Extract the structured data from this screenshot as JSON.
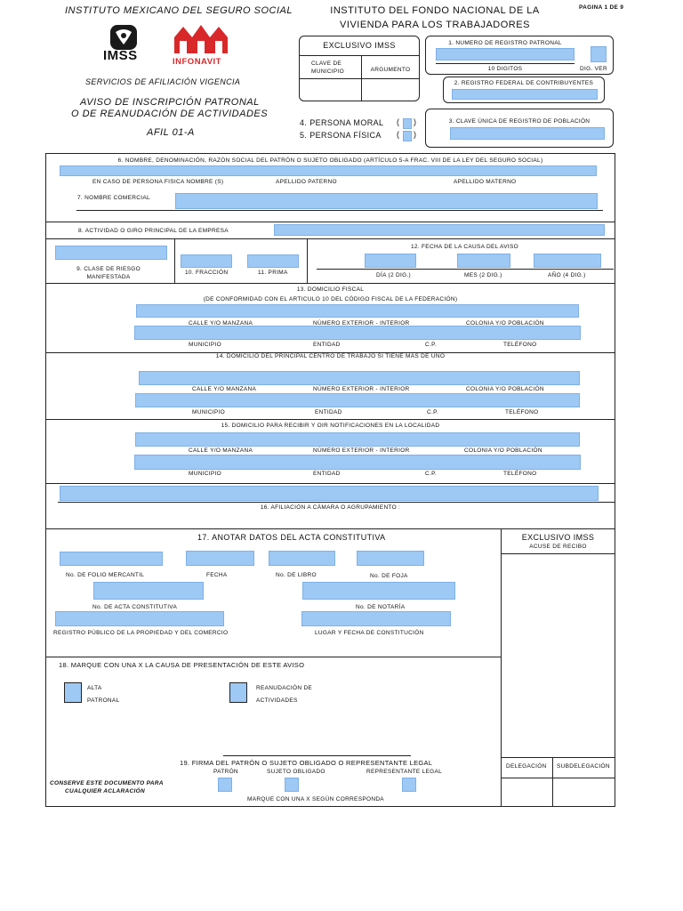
{
  "header": {
    "imss_name": "INSTITUTO MEXICANO DEL SEGURO SOCIAL",
    "infonavit_line1": "INSTITUTO DEL FONDO NACIONAL DE LA",
    "infonavit_line2": "VIVIENDA PARA LOS TRABAJADORES",
    "page": "PAGINA 1 DE 9",
    "imss_logo_text": "IMSS",
    "infonavit_logo_text": "INFONAVIT",
    "service": "SERVICIOS DE AFILIACIÓN VIGENCIA",
    "title_line1": "AVISO DE INSCRIPCIÓN PATRONAL",
    "title_line2": "O DE REANUDACIÓN DE ACTIVIDADES",
    "form_code": "AFIL 01-A"
  },
  "exclusivo": {
    "title": "EXCLUSIVO IMSS",
    "clave_municipio": "CLAVE DE MUNICIPIO",
    "argumento": "ARGUMENTO"
  },
  "persona": {
    "moral": "4. PERSONA MORAL",
    "fisica": "5. PERSONA FÍSICA"
  },
  "registro": {
    "title": "1. NUMERO DE REGISTRO PATRONAL",
    "digitos": "10 DIGITOS",
    "dig_ver": "DIG. VER"
  },
  "rfc": {
    "title": "2. REGISTRO FEDERAL DE CONTRIBUYENTES"
  },
  "curp": {
    "title": "3. CLAVE ÚNICA DE REGISTRO DE POBLACIÓN"
  },
  "s6": {
    "title": "6. NOMBRE, DENOMINACIÓN, RAZÓN SOCIAL DEL PATRÓN O SUJETO OBLIGADO",
    "note": "(ARTÍCULO 5-A FRAC. VIII DE LA LEY DEL SEGURO SOCIAL)",
    "fisica": "EN CASO DE PERSONA FISICA NOMBRE (S)",
    "paterno": "APELLIDO PATERNO",
    "materno": "APELLIDO MATERNO"
  },
  "s7": {
    "title": "7. NOMBRE COMERCIAL"
  },
  "s8": {
    "title": "8. ACTIVIDAD O GIRO PRINCIPAL DE LA EMPRESA"
  },
  "s9": {
    "label": "9. CLASE DE RIESGO MANIFESTADA"
  },
  "s10": {
    "label": "10. FRACCIÓN"
  },
  "s11": {
    "label": "11. PRIMA"
  },
  "s12": {
    "title": "12. FECHA DE LA CAUSA DEL AVISO",
    "dia": "DÍA (2 DIG.)",
    "mes": "MES (2 DIG.)",
    "anio": "AÑO (4 DIG.)"
  },
  "s13": {
    "title": "13. DOMICILIO FISCAL",
    "note": "(DE CONFORMIDAD CON EL ARTICULO 10 DEL CÓDIGO FISCAL DE LA FEDERACIÓN)"
  },
  "s14": {
    "title": "14. DOMICILIO DEL PRINCIPAL CENTRO DE TRABAJO SI TIENE MÁS DE UNO"
  },
  "s15": {
    "title": "15. DOMICILIO PARA RECIBIR Y OIR NOTIFICACIONES EN LA LOCALIDAD"
  },
  "addr": {
    "calle": "CALLE Y/O MANZANA",
    "numero": "NÚMERO EXTERIOR - INTERIOR",
    "colonia": "COLONIA Y/O POBLACIÓN",
    "municipio": "MUNICIPIO",
    "entidad": "ENTIDAD",
    "cp": "C.P.",
    "telefono": "TELÉFONO"
  },
  "s16": {
    "title": "16. AFILIACIÓN A CÁMARA O AGRUPAMIENTO :"
  },
  "s17": {
    "title": "17. ANOTAR DATOS DEL ACTA CONSTITUTIVA",
    "folio": "No. DE FOLIO MERCANTIL",
    "fecha": "FECHA",
    "libro": "No. DE LIBRO",
    "foja": "No. DE FOJA",
    "acta": "No. DE ACTA CONSTITUTIVA",
    "notaria": "No. DE NOTARÍA",
    "registro": "REGISTRO PÚBLICO DE LA PROPIEDAD Y DEL COMERCIO",
    "lugar": "LUGAR Y FECHA DE CONSTITUCIÓN"
  },
  "right": {
    "title": "EXCLUSIVO IMSS",
    "acuse": "ACUSE DE RECIBO",
    "delegacion": "DELEGACIÓN",
    "subdelegacion": "SUBDELEGACIÓN"
  },
  "s18": {
    "title": "18. MARQUE CON UNA X LA CAUSA DE PRESENTACIÓN DE ESTE AVISO",
    "alta1": "ALTA",
    "alta2": "PATRONAL",
    "rean1": "REANUDACIÓN DE",
    "rean2": "ACTIVIDADES"
  },
  "s19": {
    "title": "19. FIRMA DEL PATRÓN O SUJETO OBLIGADO O REPRESENTANTE LEGAL",
    "patron": "PATRÓN",
    "sujeto": "SUJETO OBLIGADO",
    "representante": "REPRESENTANTE LEGAL",
    "marque": "MARQUE CON UNA X SEGÚN CORRESPONDA",
    "conserve1": "CONSERVE ESTE DOCUMENTO PARA",
    "conserve2": "CUALQUIER ACLARACIÓN"
  },
  "colors": {
    "field": "#9ec9f5",
    "imss_logo": "#1a1a1a",
    "infonavit_logo": "#d8282a"
  },
  "icons": {
    "imss": "imss-eagle-logo",
    "infonavit": "infonavit-houses-logo"
  }
}
